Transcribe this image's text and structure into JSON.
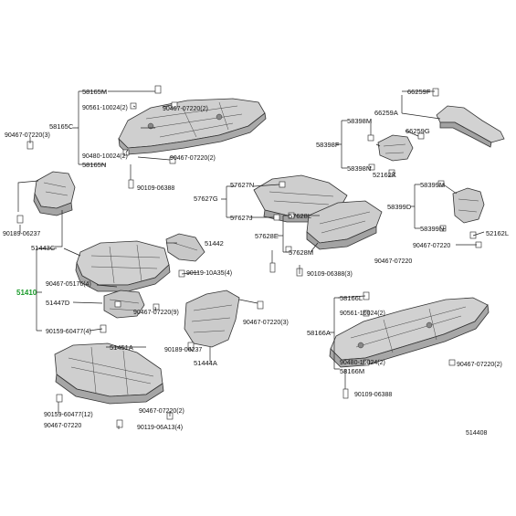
{
  "main_part_label": "51410",
  "diagram_code": "514408",
  "labels": {
    "l_58165M": "58165M",
    "l_90561_10024": "90561-10024(2)",
    "l_90467_07220_2a": "90467-07220(2)",
    "l_58165C": "58165C",
    "l_90467_07220_3a": "90467-07220(3)",
    "l_90480_10024": "90480-10024(2)",
    "l_90467_07220_2b": "90467-07220(2)",
    "l_58165N": "58165N",
    "l_90109_06388a": "90109-06388",
    "l_90189_06237a": "90189-06237",
    "l_51443C": "51443C",
    "l_66259F": "66259F",
    "l_66259A": "66259A",
    "l_66259G": "66259G",
    "l_58398M": "58398M",
    "l_58398F": "58398F",
    "l_58398N": "58398N",
    "l_52162K": "52162K",
    "l_57627N": "57627N",
    "l_57627G": "57627G",
    "l_57627J": "57627J",
    "l_57628L": "57628L",
    "l_57628E": "57628E",
    "l_57628M": "57628M",
    "l_58399M": "58399M",
    "l_58399D": "58399D",
    "l_58399N": "58399N",
    "l_52162L": "52162L",
    "l_90467_07220a": "90467-07220",
    "l_90467_07220b": "90467-07220",
    "l_90109_06388_3": "90109-06388(3)",
    "l_51442": "51442",
    "l_90119_10A35": "90119-10A35(4)",
    "l_90467_05176": "90467-05176(4)",
    "l_51447D": "51447D",
    "l_90467_07220_9": "90467-07220(9)",
    "l_90467_07220_3b": "90467-07220(3)",
    "l_90159_60477_4": "90159-60477(4)",
    "l_58166L": "58166L",
    "l_90561_10024b": "90561-10024(2)",
    "l_58166A": "58166A",
    "l_90467_07220_2c": "90467-07220(2)",
    "l_90480_10024b": "90480-10024(2)",
    "l_58166M": "58166M",
    "l_90109_06388b": "90109-06388",
    "l_51451A": "51451A",
    "l_90189_06237b": "90189-06237",
    "l_51444A": "51444A",
    "l_90159_60477_12": "90159-60477(12)",
    "l_90467_07220_2d": "90467-07220(2)",
    "l_90467_07220c": "90467-07220",
    "l_90119_06A13": "90119-06A13(4)"
  }
}
